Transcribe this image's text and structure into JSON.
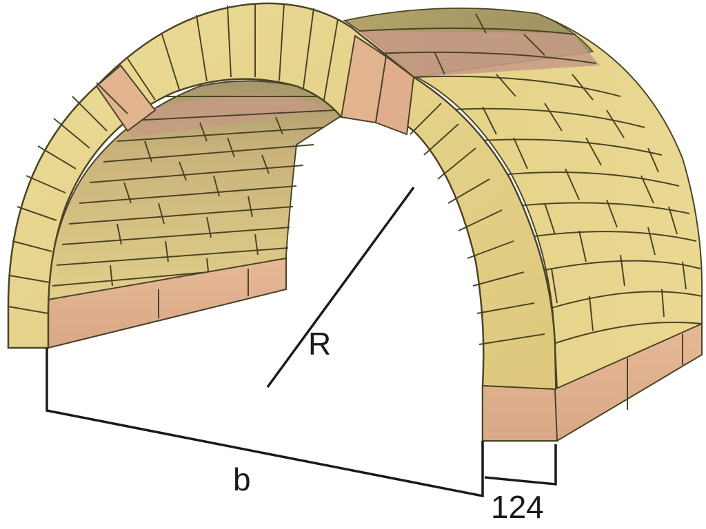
{
  "diagram": {
    "title": "Brick barrel vault (semicircular arch) with radius and span dimensions",
    "labels": {
      "radius": "R",
      "span": "b",
      "wall_thickness": "124"
    },
    "colors": {
      "brick_yellow": "#e6d48a",
      "brick_yellow_shade": "#d9c47a",
      "brick_yellow_dark": "#bfae6a",
      "brick_pink": "#e2b48f",
      "brick_pink_dark": "#c79a86",
      "brick_top_olive": "#a89c68",
      "mortar": "#4a4326",
      "dimension_line": "#1a1a1a",
      "background": "#ffffff"
    },
    "elements": [
      "arch front face with radial voussoir bricks",
      "inner vault surface with running-bond courses",
      "outer vault surface with running-bond courses",
      "pink base course on both sides",
      "radius line R from center to intrados",
      "span dimension b along base",
      "wall thickness dimension 124"
    ]
  }
}
